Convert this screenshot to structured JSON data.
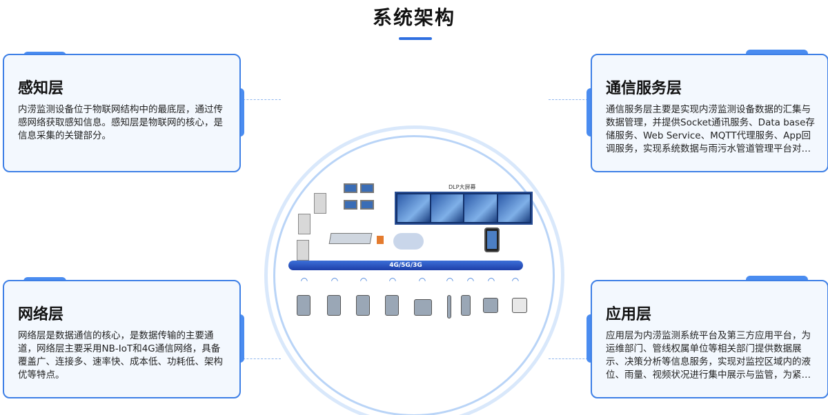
{
  "page": {
    "title": "系统架构"
  },
  "cards": {
    "perception": {
      "title": "感知层",
      "text": "内涝监测设备位于物联网结构中的最底层，通过传感网络获取感知信息。感知层是物联网的核心，是信息采集的关键部分。"
    },
    "network": {
      "title": "网络层",
      "text": "网络层是数据通信的核心，是数据传输的主要通道，网络层主要采用NB-IoT和4G通信网络，具备覆盖广、连接多、速率快、成本低、功耗低、架构优等特点。"
    },
    "communication": {
      "title": "通信服务层",
      "text": "通信服务层主要是实现内涝监测设备数据的汇集与数据管理，并提供Socket通讯服务、Data base存储服务、Web Service、MQTT代理服务、App回调服务，实现系统数据与雨污水管道管理平台对接，为数据共享提供接口服务。"
    },
    "application": {
      "title": "应用层",
      "text": "应用层为内涝监测系统平台及第三方应用平台，为运维部门、管线权属单位等相关部门提供数据展示、决策分析等信息服务，实现对监控区域内的液位、雨量、视频状况进行集中展示与监管，为紧急事件提供决策支持。"
    }
  },
  "diagram": {
    "network_bar": "4G/5G/3G",
    "dlp_label": "DLP大屏幕"
  }
}
